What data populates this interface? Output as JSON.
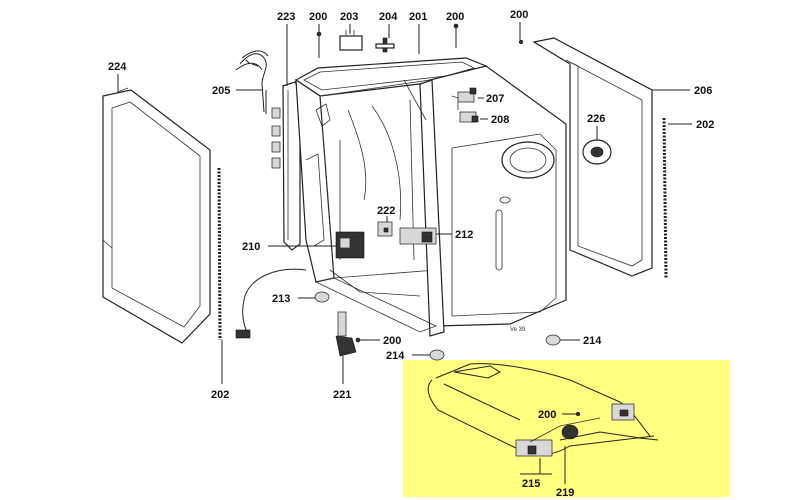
{
  "highlight": {
    "color": "#ffff80"
  },
  "callouts": {
    "c223": "223",
    "c200a": "200",
    "c203": "203",
    "c204": "204",
    "c201": "201",
    "c200b": "200",
    "c200c": "200",
    "c224": "224",
    "c205": "205",
    "c207": "207",
    "c206": "206",
    "c208": "208",
    "c226": "226",
    "c202a": "202",
    "c222": "222",
    "c210": "210",
    "c212": "212",
    "c213": "213",
    "c200d": "200",
    "c214a": "214",
    "c214b": "214",
    "c202b": "202",
    "c221": "221",
    "c200e": "200",
    "c215": "215",
    "c219": "219"
  },
  "stamp": "Ve 39"
}
